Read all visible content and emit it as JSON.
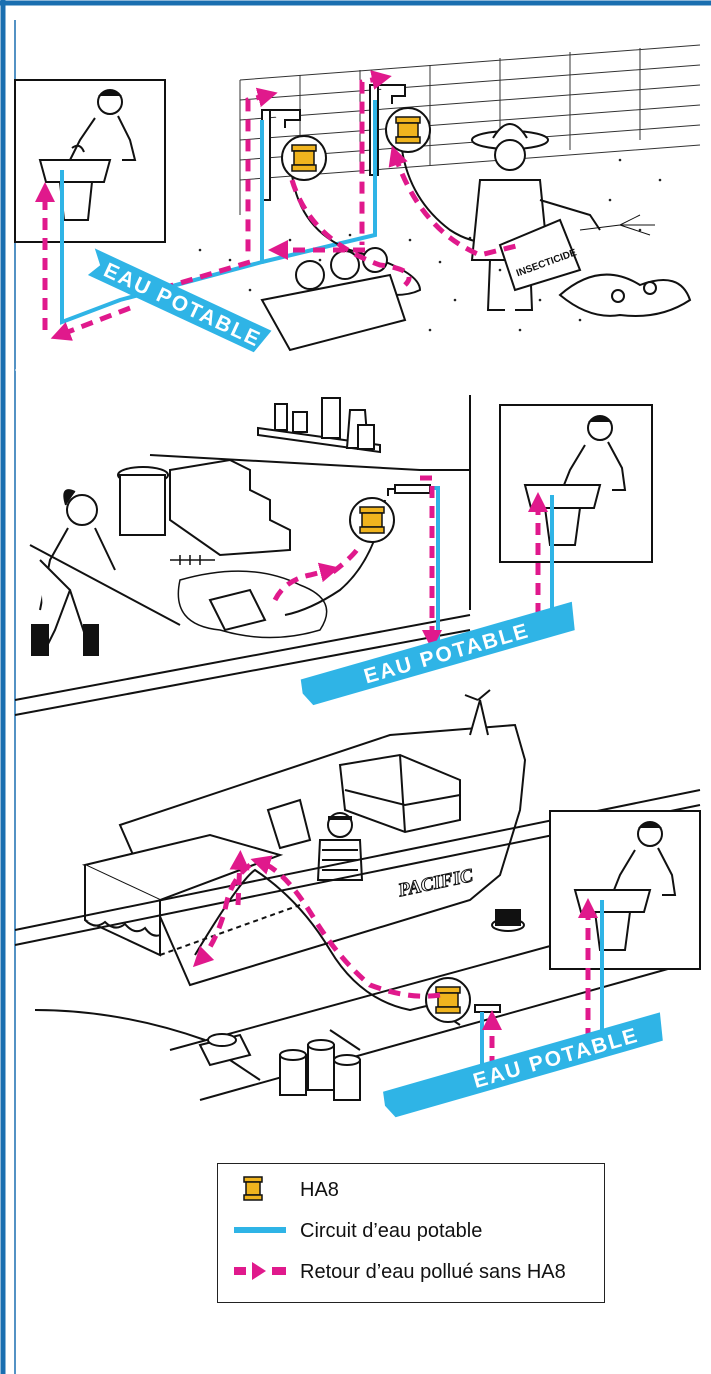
{
  "scenes": [
    {
      "banner": "EAU POTABLE",
      "product_label": "INSECTICIDE"
    },
    {
      "banner": "EAU POTABLE"
    },
    {
      "banner": "EAU POTABLE",
      "boat_name": "PACIFIC"
    }
  ],
  "legend": {
    "items": [
      {
        "icon": "ha8-valve-icon",
        "label": "HA8"
      },
      {
        "icon": "blue-line-icon",
        "label": "Circuit d’eau potable"
      },
      {
        "icon": "pink-dashed-arrow-icon",
        "label": "Retour d’eau pollué sans HA8"
      }
    ]
  },
  "colors": {
    "border": "#1a6fb0",
    "potable_blue": "#2fb4e6",
    "polluted_pink": "#e0198c",
    "valve_gold": "#f0b41e"
  }
}
